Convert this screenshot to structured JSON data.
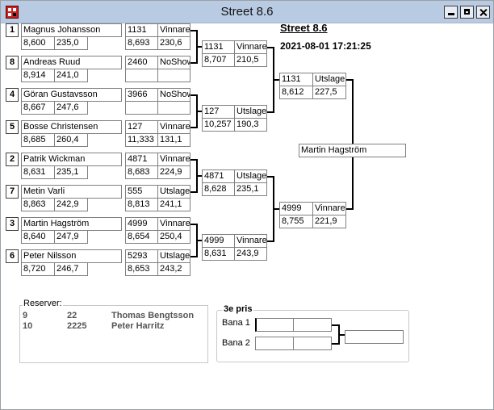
{
  "window": {
    "title": "Street 8.6"
  },
  "header": {
    "title": "Street 8.6",
    "datetime": "2021-08-01 17:21:25"
  },
  "players": [
    {
      "seed": "1",
      "name": "Magnus Johansson",
      "avg": "8,600",
      "score": "235,0"
    },
    {
      "seed": "8",
      "name": "Andreas  Ruud",
      "avg": "8,914",
      "score": "241,0"
    },
    {
      "seed": "4",
      "name": "Göran Gustavsson",
      "avg": "8,667",
      "score": "247,6"
    },
    {
      "seed": "5",
      "name": "Bosse Christensen",
      "avg": "8,685",
      "score": "260,4"
    },
    {
      "seed": "2",
      "name": "Patrik Wickman",
      "avg": "8,631",
      "score": "235,1"
    },
    {
      "seed": "7",
      "name": "Metin Varli",
      "avg": "8,863",
      "score": "242,9"
    },
    {
      "seed": "3",
      "name": "Martin Hagström",
      "avg": "8,640",
      "score": "247,9"
    },
    {
      "seed": "6",
      "name": "Peter Nilsson",
      "avg": "8,720",
      "score": "246,7"
    }
  ],
  "round1": [
    {
      "id": "1131",
      "result": "Vinnare",
      "avg": "8,693",
      "score": "230,6"
    },
    {
      "id": "2460",
      "result": "NoShow",
      "avg": "",
      "score": ""
    },
    {
      "id": "3966",
      "result": "NoShow",
      "avg": "",
      "score": ""
    },
    {
      "id": "127",
      "result": "Vinnare",
      "avg": "11,333",
      "score": "131,1"
    },
    {
      "id": "4871",
      "result": "Vinnare",
      "avg": "8,683",
      "score": "224,9"
    },
    {
      "id": "555",
      "result": "Utslagen",
      "avg": "8,813",
      "score": "241,1"
    },
    {
      "id": "4999",
      "result": "Vinnare",
      "avg": "8,654",
      "score": "250,4"
    },
    {
      "id": "5293",
      "result": "Utslagen",
      "avg": "8,653",
      "score": "243,2"
    }
  ],
  "round2": [
    {
      "id": "1131",
      "result": "Vinnare",
      "avg": "8,707",
      "score": "210,5"
    },
    {
      "id": "127",
      "result": "Utslagen",
      "avg": "10,257",
      "score": "190,3"
    },
    {
      "id": "4871",
      "result": "Utslagen",
      "avg": "8,628",
      "score": "235,1"
    },
    {
      "id": "4999",
      "result": "Vinnare",
      "avg": "8,631",
      "score": "243,9"
    }
  ],
  "round3": [
    {
      "id": "1131",
      "result": "Utslagen",
      "avg": "8,612",
      "score": "227,5"
    },
    {
      "id": "4999",
      "result": "Vinnare",
      "avg": "8,755",
      "score": "221,9"
    }
  ],
  "winner": "Martin Hagström",
  "reserves": {
    "label": "Reserver:",
    "rows": [
      {
        "pos": "9",
        "id": "22",
        "name": "Thomas Bengtsson"
      },
      {
        "pos": "10",
        "id": "2225",
        "name": "Peter Harritz"
      }
    ]
  },
  "third_prize": {
    "label": "3e pris",
    "bana1": "Bana 1",
    "bana2": "Bana 2"
  }
}
